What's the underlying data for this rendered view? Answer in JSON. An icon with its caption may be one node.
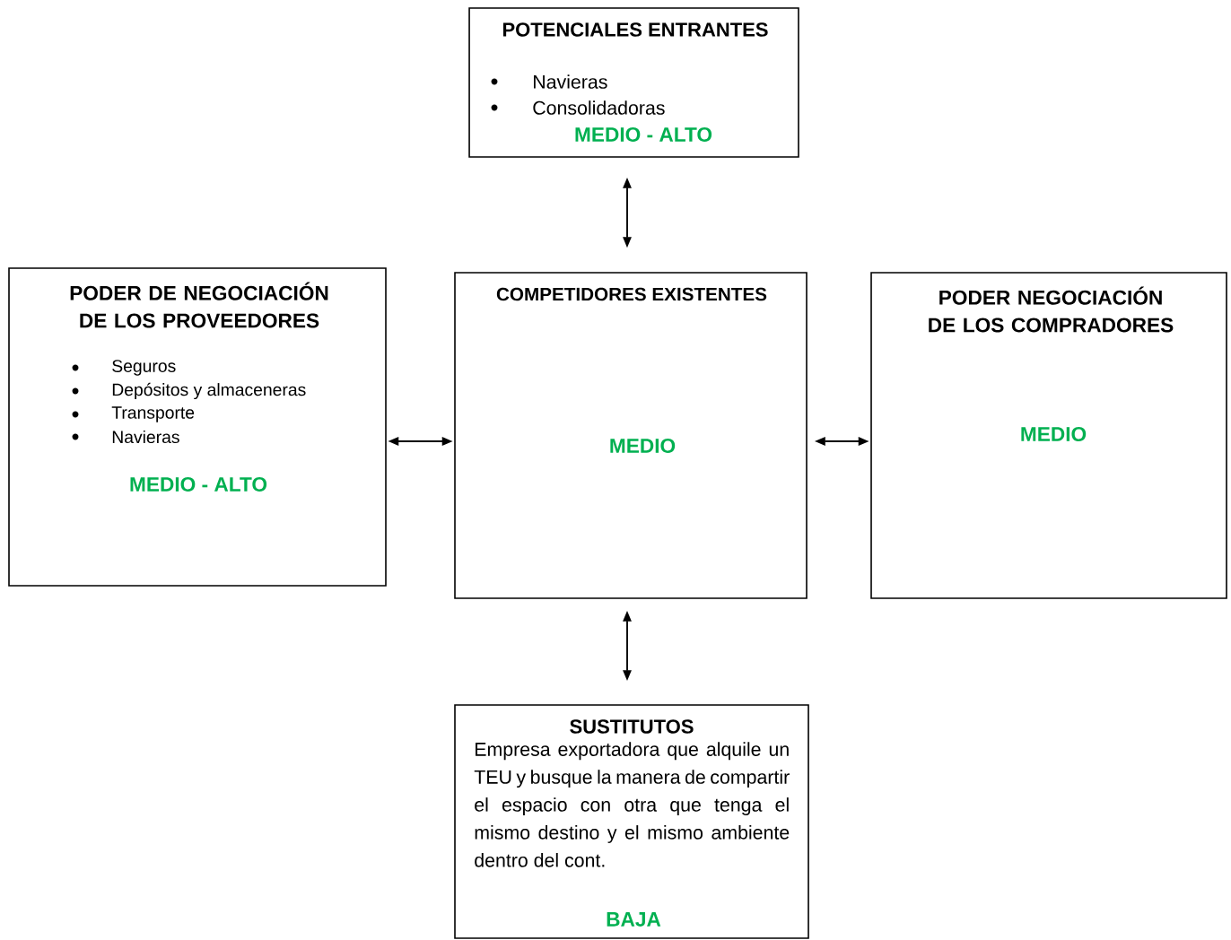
{
  "diagram": {
    "nodes": [
      {
        "text": [
          "POTENCIALES ENTRANTES",
          "Navieras",
          "Consolidadoras",
          "MEDIO - ALTO"
        ]
      },
      {
        "text": [
          "PODER DE NEGOCIACIÓN DE LOS PROVEEDORES",
          "Seguros",
          "Depósitos y almaceneras",
          "Transporte",
          "Navieras",
          "MEDIO - ALTO"
        ]
      },
      {
        "text": [
          "COMPETIDORES EXISTENTES",
          "MEDIO"
        ]
      },
      {
        "text": [
          "PODER NEGOCIACIÓN DE LOS COMPRADORES",
          "MEDIO"
        ]
      },
      {
        "text": [
          "SUSTITUTOS",
          "Empresa exportadora que alquile un TEU y busque la manera de compartir el espacio con otra que tenga el mismo destino y el mismo ambiente dentro del cont.",
          "BAJA"
        ]
      }
    ],
    "edges": [
      {
        "from": 0,
        "to": 2,
        "arrow": "both"
      },
      {
        "from": 1,
        "to": 2,
        "arrow": "both"
      },
      {
        "from": 2,
        "to": 3,
        "arrow": "both"
      },
      {
        "from": 2,
        "to": 4,
        "arrow": "both"
      }
    ]
  }
}
